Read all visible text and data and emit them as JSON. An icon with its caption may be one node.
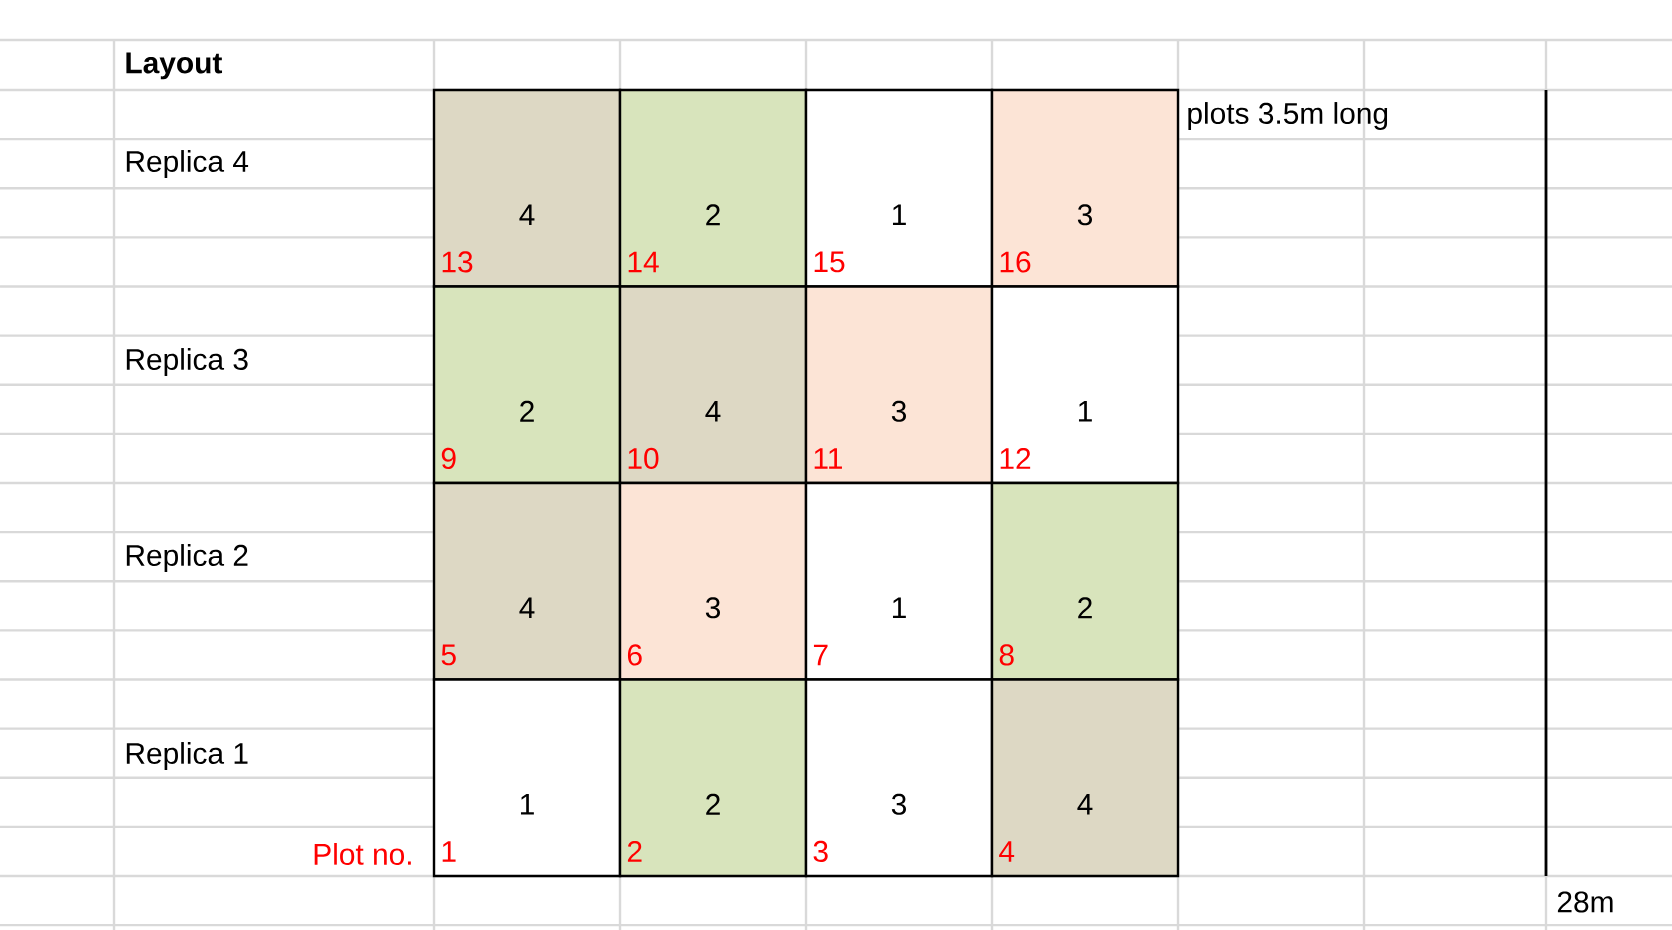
{
  "diagram": {
    "title": "Layout",
    "nodes": [
      {
        "text": [
          "4",
          "13"
        ]
      },
      {
        "text": [
          "2",
          "14"
        ]
      },
      {
        "text": [
          "1",
          "15"
        ]
      },
      {
        "text": [
          "3",
          "16"
        ]
      },
      {
        "text": [
          "2",
          "9"
        ]
      },
      {
        "text": [
          "4",
          "10"
        ]
      },
      {
        "text": [
          "3",
          "11"
        ]
      },
      {
        "text": [
          "1",
          "12"
        ]
      },
      {
        "text": [
          "4",
          "5"
        ]
      },
      {
        "text": [
          "3",
          "6"
        ]
      },
      {
        "text": [
          "1",
          "7"
        ]
      },
      {
        "text": [
          "2",
          "8"
        ]
      },
      {
        "text": [
          "1",
          "1"
        ]
      },
      {
        "text": [
          "2",
          "2"
        ]
      },
      {
        "text": [
          "3",
          "3"
        ]
      },
      {
        "text": [
          "4",
          "4"
        ]
      }
    ],
    "labels": [
      "plots 3.5m long",
      "Replica 4",
      "Replica 3",
      "Replica 2",
      "Replica 1",
      "Plot no.",
      "28m"
    ]
  }
}
